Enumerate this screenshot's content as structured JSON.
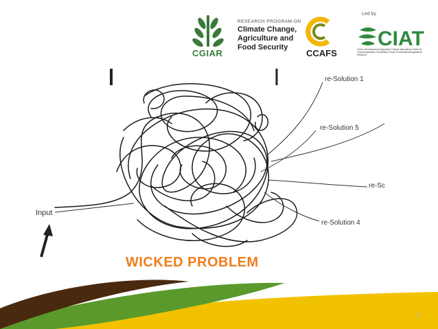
{
  "header": {
    "cgiar_label": "CGIAR",
    "program_kicker": "RESEARCH PROGRAM ON",
    "program_lines": [
      "Climate Change,",
      "Agriculture and",
      "Food Security"
    ],
    "ccafs_label": "CCAFS",
    "led_by": "Led by",
    "ciat_label": "CIAT",
    "ciat_subtitle": "Centro Internacional de Agricultura Tropical International Center for Tropical Agriculture Consultative Group on International Agricultural Research"
  },
  "diagram": {
    "input_label": "Input",
    "solutions": [
      "re-Solution 1",
      "re-Solution 5",
      "re-Sc",
      "re-Solution 4"
    ],
    "title": "WICKED PROBLEM"
  },
  "footer": {
    "page_number": "2"
  },
  "colors": {
    "brown_band": "#4a2a0f",
    "green_band": "#5a9a2c",
    "yellow_band": "#f2c200",
    "title_orange": "#f07e1b",
    "cgiar_green": "#3a7a3a"
  }
}
